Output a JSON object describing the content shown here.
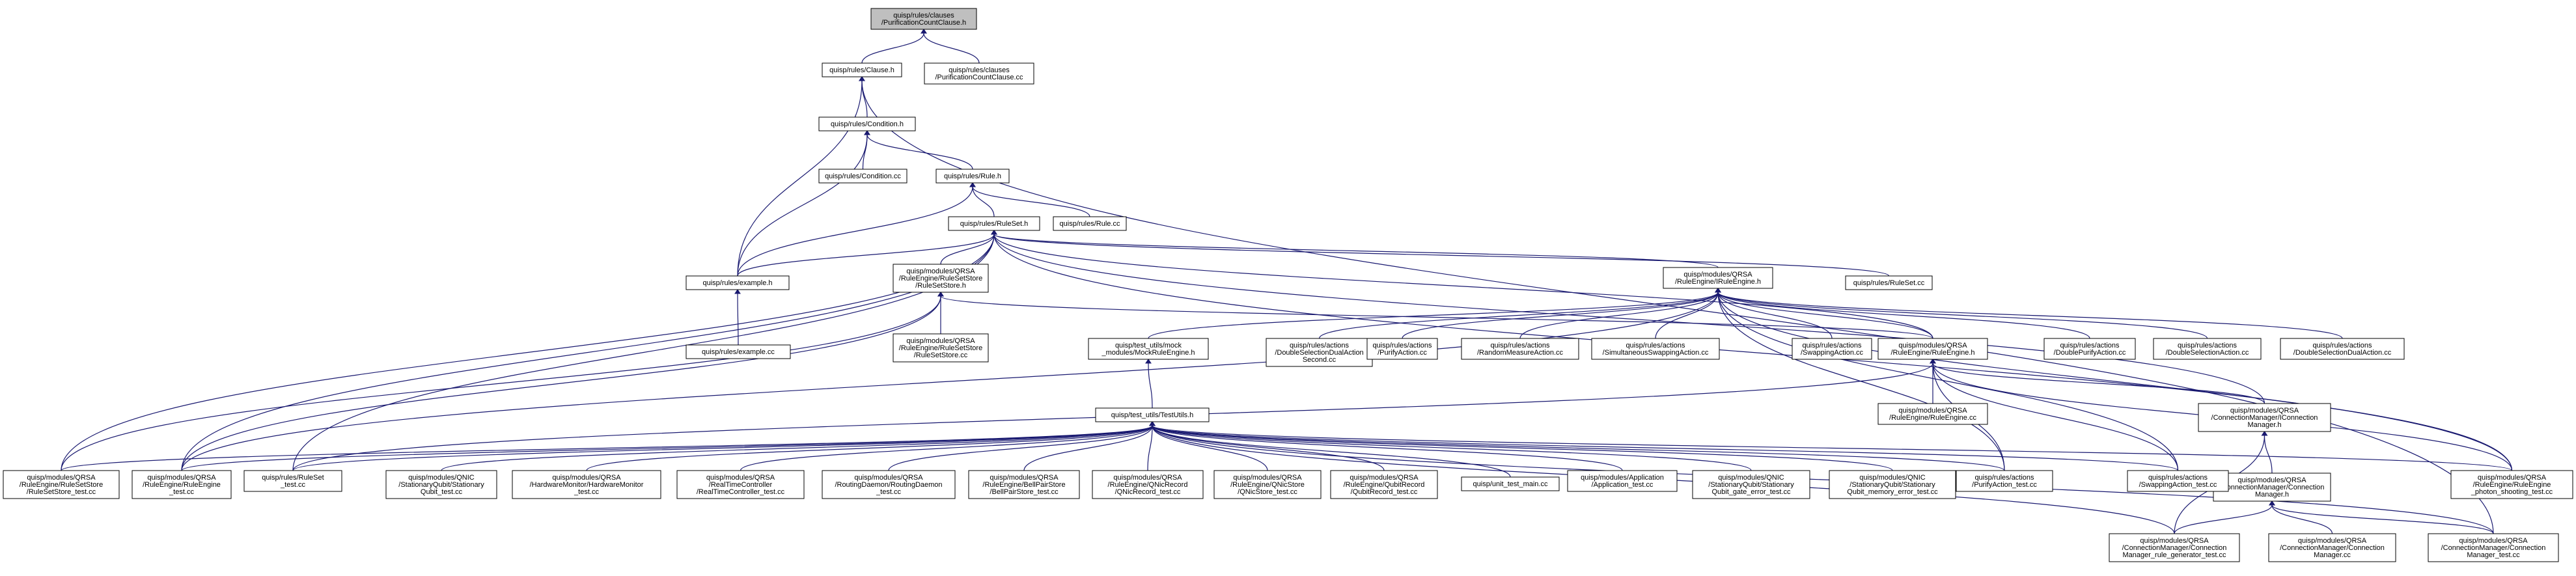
{
  "nodes": [
    {
      "id": "root",
      "label": [
        "quisp/rules/clauses",
        "/PurificationCountClause.h"
      ],
      "root": true
    },
    {
      "id": "clause_h",
      "label": [
        "quisp/rules/Clause.h"
      ]
    },
    {
      "id": "pcc_cc",
      "label": [
        "quisp/rules/clauses",
        "/PurificationCountClause.cc"
      ]
    },
    {
      "id": "cond_h",
      "label": [
        "quisp/rules/Condition.h"
      ]
    },
    {
      "id": "cond_cc",
      "label": [
        "quisp/rules/Condition.cc"
      ]
    },
    {
      "id": "rule_h",
      "label": [
        "quisp/rules/Rule.h"
      ]
    },
    {
      "id": "rule_cc",
      "label": [
        "quisp/rules/Rule.cc"
      ]
    },
    {
      "id": "ruleset_h",
      "label": [
        "quisp/rules/RuleSet.h"
      ]
    },
    {
      "id": "ruleset_cc",
      "label": [
        "quisp/rules/RuleSet.cc"
      ]
    },
    {
      "id": "example_h",
      "label": [
        "quisp/rules/example.h"
      ]
    },
    {
      "id": "example_cc",
      "label": [
        "quisp/rules/example.cc"
      ]
    },
    {
      "id": "rss_h",
      "label": [
        "quisp/modules/QRSA",
        "/RuleEngine/RuleSetStore",
        "/RuleSetStore.h"
      ]
    },
    {
      "id": "rss_cc",
      "label": [
        "quisp/modules/QRSA",
        "/RuleEngine/RuleSetStore",
        "/RuleSetStore.cc"
      ]
    },
    {
      "id": "irule_h",
      "label": [
        "quisp/modules/QRSA",
        "/RuleEngine/IRuleEngine.h"
      ]
    },
    {
      "id": "mock_re",
      "label": [
        "quisp/test_utils/mock",
        "_modules/MockRuleEngine.h"
      ]
    },
    {
      "id": "dsda2",
      "label": [
        "quisp/rules/actions",
        "/DoubleSelectionDualAction",
        "Second.cc"
      ]
    },
    {
      "id": "purify_cc",
      "label": [
        "quisp/rules/actions",
        "/PurifyAction.cc"
      ]
    },
    {
      "id": "rma_cc",
      "label": [
        "quisp/rules/actions",
        "/RandomMeasureAction.cc"
      ]
    },
    {
      "id": "ssa_cc",
      "label": [
        "quisp/rules/actions",
        "/SimultaneousSwappingAction.cc"
      ]
    },
    {
      "id": "swap_cc",
      "label": [
        "quisp/rules/actions",
        "/SwappingAction.cc"
      ]
    },
    {
      "id": "re_h",
      "label": [
        "quisp/modules/QRSA",
        "/RuleEngine/RuleEngine.h"
      ]
    },
    {
      "id": "dpa_cc",
      "label": [
        "quisp/rules/actions",
        "/DoublePurifyAction.cc"
      ]
    },
    {
      "id": "dsa_cc",
      "label": [
        "quisp/rules/actions",
        "/DoubleSelectionAction.cc"
      ]
    },
    {
      "id": "dsda_cc",
      "label": [
        "quisp/rules/actions",
        "/DoubleSelectionDualAction.cc"
      ]
    },
    {
      "id": "re_cc",
      "label": [
        "quisp/modules/QRSA",
        "/RuleEngine/RuleEngine.cc"
      ]
    },
    {
      "id": "icm_h",
      "label": [
        "quisp/modules/QRSA",
        "/ConnectionManager/IConnection",
        "Manager.h"
      ]
    },
    {
      "id": "testutils",
      "label": [
        "quisp/test_utils/TestUtils.h"
      ]
    },
    {
      "id": "cm_h",
      "label": [
        "quisp/modules/QRSA",
        "/ConnectionManager/Connection",
        "Manager.h"
      ]
    },
    {
      "id": "rss_test",
      "label": [
        "quisp/modules/QRSA",
        "/RuleEngine/RuleSetStore",
        "/RuleSetStore_test.cc"
      ]
    },
    {
      "id": "re_test",
      "label": [
        "quisp/modules/QRSA",
        "/RuleEngine/RuleEngine",
        "_test.cc"
      ]
    },
    {
      "id": "ruleset_test",
      "label": [
        "quisp/rules/RuleSet",
        "_test.cc"
      ]
    },
    {
      "id": "sq_test",
      "label": [
        "quisp/modules/QNIC",
        "/StationaryQubit/Stationary",
        "Qubit_test.cc"
      ]
    },
    {
      "id": "hm_test",
      "label": [
        "quisp/modules/QRSA",
        "/HardwareMonitor/HardwareMonitor",
        "_test.cc"
      ]
    },
    {
      "id": "rtc_test",
      "label": [
        "quisp/modules/QRSA",
        "/RealTimeController",
        "/RealTimeController_test.cc"
      ]
    },
    {
      "id": "rd_test",
      "label": [
        "quisp/modules/QRSA",
        "/RoutingDaemon/RoutingDaemon",
        "_test.cc"
      ]
    },
    {
      "id": "bps_test",
      "label": [
        "quisp/modules/QRSA",
        "/RuleEngine/BellPairStore",
        "/BellPairStore_test.cc"
      ]
    },
    {
      "id": "qnr_test",
      "label": [
        "quisp/modules/QRSA",
        "/RuleEngine/QNicRecord",
        "/QNicRecord_test.cc"
      ]
    },
    {
      "id": "qns_test",
      "label": [
        "quisp/modules/QRSA",
        "/RuleEngine/QNicStore",
        "/QNicStore_test.cc"
      ]
    },
    {
      "id": "qr_test",
      "label": [
        "quisp/modules/QRSA",
        "/RuleEngine/QubitRecord",
        "/QubitRecord_test.cc"
      ]
    },
    {
      "id": "unit_main",
      "label": [
        "quisp/unit_test_main.cc"
      ]
    },
    {
      "id": "app_test",
      "label": [
        "quisp/modules/Application",
        "/Application_test.cc"
      ]
    },
    {
      "id": "sq_gate",
      "label": [
        "quisp/modules/QNIC",
        "/StationaryQubit/Stationary",
        "Qubit_gate_error_test.cc"
      ]
    },
    {
      "id": "sq_mem",
      "label": [
        "quisp/modules/QNIC",
        "/StationaryQubit/Stationary",
        "Qubit_memory_error_test.cc"
      ]
    },
    {
      "id": "pa_test",
      "label": [
        "quisp/rules/actions",
        "/PurifyAction_test.cc"
      ]
    },
    {
      "id": "sa_test",
      "label": [
        "quisp/rules/actions",
        "/SwappingAction_test.cc"
      ]
    },
    {
      "id": "photon_test",
      "label": [
        "quisp/modules/QRSA",
        "/RuleEngine/RuleEngine",
        "_photon_shooting_test.cc"
      ]
    },
    {
      "id": "cm_rulegen",
      "label": [
        "quisp/modules/QRSA",
        "/ConnectionManager/Connection",
        "Manager_rule_generator_test.cc"
      ]
    },
    {
      "id": "cm_cc",
      "label": [
        "quisp/modules/QRSA",
        "/ConnectionManager/Connection",
        "Manager.cc"
      ]
    },
    {
      "id": "cm_test",
      "label": [
        "quisp/modules/QRSA",
        "/ConnectionManager/Connection",
        "Manager_test.cc"
      ]
    }
  ],
  "edges": [
    [
      "clause_h",
      "root"
    ],
    [
      "pcc_cc",
      "root"
    ],
    [
      "cond_h",
      "clause_h"
    ],
    [
      "example_h",
      "clause_h"
    ],
    [
      "cm_test",
      "clause_h"
    ],
    [
      "cond_cc",
      "cond_h"
    ],
    [
      "rule_h",
      "cond_h"
    ],
    [
      "example_h",
      "cond_h"
    ],
    [
      "ruleset_h",
      "rule_h"
    ],
    [
      "rule_cc",
      "rule_h"
    ],
    [
      "example_h",
      "rule_h"
    ],
    [
      "example_h",
      "ruleset_h"
    ],
    [
      "ruleset_cc",
      "ruleset_h"
    ],
    [
      "rss_h",
      "ruleset_h"
    ],
    [
      "irule_h",
      "ruleset_h"
    ],
    [
      "re_h",
      "ruleset_h"
    ],
    [
      "rss_test",
      "ruleset_h"
    ],
    [
      "re_test",
      "ruleset_h"
    ],
    [
      "ruleset_test",
      "ruleset_h"
    ],
    [
      "photon_test",
      "ruleset_h"
    ],
    [
      "icm_h",
      "ruleset_h"
    ],
    [
      "example_cc",
      "example_h"
    ],
    [
      "rss_cc",
      "rss_h"
    ],
    [
      "re_h",
      "rss_h"
    ],
    [
      "rss_test",
      "rss_h"
    ],
    [
      "re_test",
      "rss_h"
    ],
    [
      "mock_re",
      "irule_h"
    ],
    [
      "dsda2",
      "irule_h"
    ],
    [
      "purify_cc",
      "irule_h"
    ],
    [
      "rma_cc",
      "irule_h"
    ],
    [
      "ssa_cc",
      "irule_h"
    ],
    [
      "swap_cc",
      "irule_h"
    ],
    [
      "re_h",
      "irule_h"
    ],
    [
      "dpa_cc",
      "irule_h"
    ],
    [
      "dsa_cc",
      "irule_h"
    ],
    [
      "dsda_cc",
      "irule_h"
    ],
    [
      "re_test",
      "irule_h"
    ],
    [
      "pa_test",
      "irule_h"
    ],
    [
      "sa_test",
      "irule_h"
    ],
    [
      "photon_test",
      "irule_h"
    ],
    [
      "testutils",
      "mock_re"
    ],
    [
      "re_cc",
      "re_h"
    ],
    [
      "icm_h",
      "re_h"
    ],
    [
      "ruleset_test",
      "re_h"
    ],
    [
      "pa_test",
      "re_h"
    ],
    [
      "sa_test",
      "re_h"
    ],
    [
      "photon_test",
      "re_h"
    ],
    [
      "cm_h",
      "icm_h"
    ],
    [
      "cm_rulegen",
      "icm_h"
    ],
    [
      "cm_rulegen",
      "cm_h"
    ],
    [
      "cm_cc",
      "cm_h"
    ],
    [
      "cm_test",
      "cm_h"
    ],
    [
      "rss_test",
      "testutils"
    ],
    [
      "re_test",
      "testutils"
    ],
    [
      "ruleset_test",
      "testutils"
    ],
    [
      "sq_test",
      "testutils"
    ],
    [
      "hm_test",
      "testutils"
    ],
    [
      "rtc_test",
      "testutils"
    ],
    [
      "rd_test",
      "testutils"
    ],
    [
      "bps_test",
      "testutils"
    ],
    [
      "qnr_test",
      "testutils"
    ],
    [
      "qns_test",
      "testutils"
    ],
    [
      "qr_test",
      "testutils"
    ],
    [
      "unit_main",
      "testutils"
    ],
    [
      "app_test",
      "testutils"
    ],
    [
      "sq_gate",
      "testutils"
    ],
    [
      "sq_mem",
      "testutils"
    ],
    [
      "pa_test",
      "testutils"
    ],
    [
      "sa_test",
      "testutils"
    ],
    [
      "photon_test",
      "testutils"
    ],
    [
      "cm_rulegen",
      "testutils"
    ],
    [
      "cm_test",
      "testutils"
    ]
  ]
}
